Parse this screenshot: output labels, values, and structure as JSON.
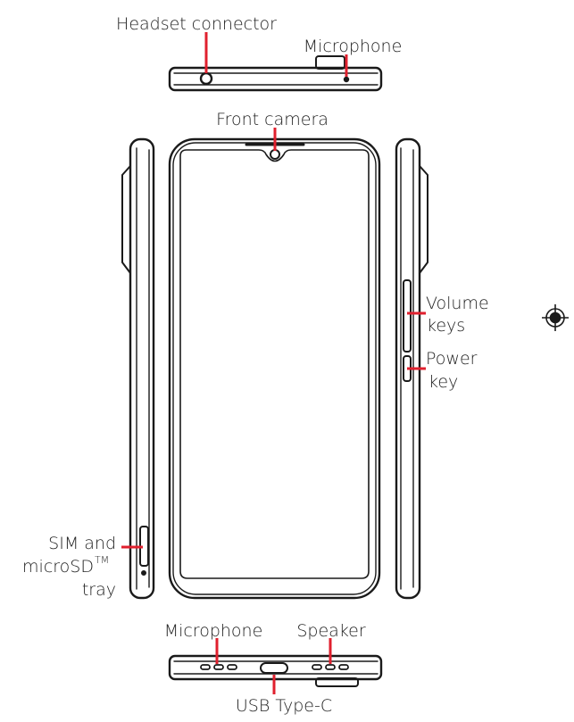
{
  "colors": {
    "line": "#1a1a1a",
    "callout": "#e0202e",
    "text": "#222222"
  },
  "labels": {
    "headset_connector": "Headset connector",
    "microphone_top": "Microphone",
    "front_camera": "Front camera",
    "volume_keys_line1": "Volume",
    "volume_keys_line2": "keys",
    "power_key_line1": "Power",
    "power_key_line2": "key",
    "sim_tray_line1": "SIM and",
    "sim_tray_line2": "microSD",
    "sim_tray_tm": "TM",
    "sim_tray_line3": "tray",
    "microphone_bottom": "Microphone",
    "speaker": "Speaker",
    "usb": "USB Type-C"
  },
  "icons": [
    "registration-mark-icon"
  ]
}
